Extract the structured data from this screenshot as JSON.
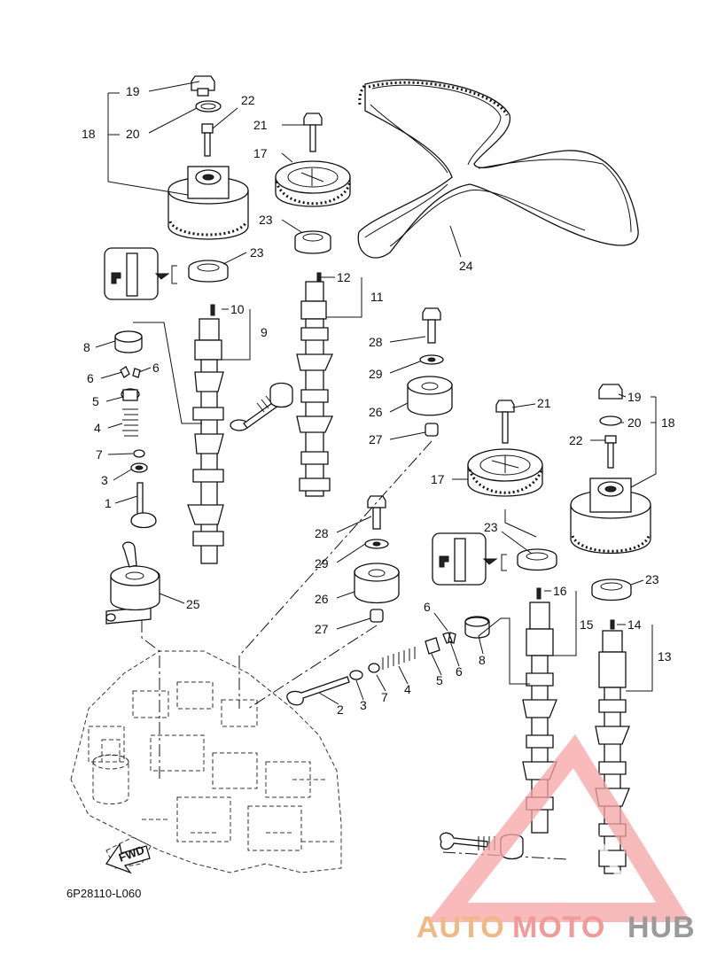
{
  "diagram": {
    "code": "6P28110-L060",
    "fwd_label": "FWD",
    "callouts": [
      {
        "id": "c1",
        "text": "19"
      },
      {
        "id": "c2",
        "text": "20"
      },
      {
        "id": "c3",
        "text": "18"
      },
      {
        "id": "c4",
        "text": "22"
      },
      {
        "id": "c5",
        "text": "21"
      },
      {
        "id": "c6",
        "text": "17"
      },
      {
        "id": "c7",
        "text": "23"
      },
      {
        "id": "c8",
        "text": "23"
      },
      {
        "id": "c9",
        "text": "12"
      },
      {
        "id": "c10",
        "text": "11"
      },
      {
        "id": "c11",
        "text": "10"
      },
      {
        "id": "c12",
        "text": "9"
      },
      {
        "id": "c13",
        "text": "8"
      },
      {
        "id": "c14",
        "text": "6"
      },
      {
        "id": "c15",
        "text": "6"
      },
      {
        "id": "c16",
        "text": "5"
      },
      {
        "id": "c17",
        "text": "4"
      },
      {
        "id": "c18",
        "text": "7"
      },
      {
        "id": "c19",
        "text": "3"
      },
      {
        "id": "c20",
        "text": "1"
      },
      {
        "id": "c21",
        "text": "24"
      },
      {
        "id": "c22",
        "text": "28"
      },
      {
        "id": "c23",
        "text": "29"
      },
      {
        "id": "c24",
        "text": "26"
      },
      {
        "id": "c25",
        "text": "27"
      },
      {
        "id": "c26",
        "text": "21"
      },
      {
        "id": "c27",
        "text": "17"
      },
      {
        "id": "c28",
        "text": "19"
      },
      {
        "id": "c29",
        "text": "20"
      },
      {
        "id": "c30",
        "text": "18"
      },
      {
        "id": "c31",
        "text": "22"
      },
      {
        "id": "c32",
        "text": "25"
      },
      {
        "id": "c33",
        "text": "28"
      },
      {
        "id": "c34",
        "text": "29"
      },
      {
        "id": "c35",
        "text": "26"
      },
      {
        "id": "c36",
        "text": "27"
      },
      {
        "id": "c37",
        "text": "23"
      },
      {
        "id": "c38",
        "text": "23"
      },
      {
        "id": "c39",
        "text": "16"
      },
      {
        "id": "c40",
        "text": "15"
      },
      {
        "id": "c41",
        "text": "14"
      },
      {
        "id": "c42",
        "text": "13"
      },
      {
        "id": "c43",
        "text": "6"
      },
      {
        "id": "c44",
        "text": "8"
      },
      {
        "id": "c45",
        "text": "6"
      },
      {
        "id": "c46",
        "text": "5"
      },
      {
        "id": "c47",
        "text": "4"
      },
      {
        "id": "c48",
        "text": "7"
      },
      {
        "id": "c49",
        "text": "3"
      },
      {
        "id": "c50",
        "text": "2"
      }
    ]
  },
  "watermark": {
    "part1": "AUTO",
    "part2": "MOTO",
    "part3": "HUB",
    "colors": {
      "auto": "#f0b884",
      "moto": "#f29a9a",
      "hub": "#9a9a9a",
      "triangle": "#f5a3a3"
    }
  }
}
